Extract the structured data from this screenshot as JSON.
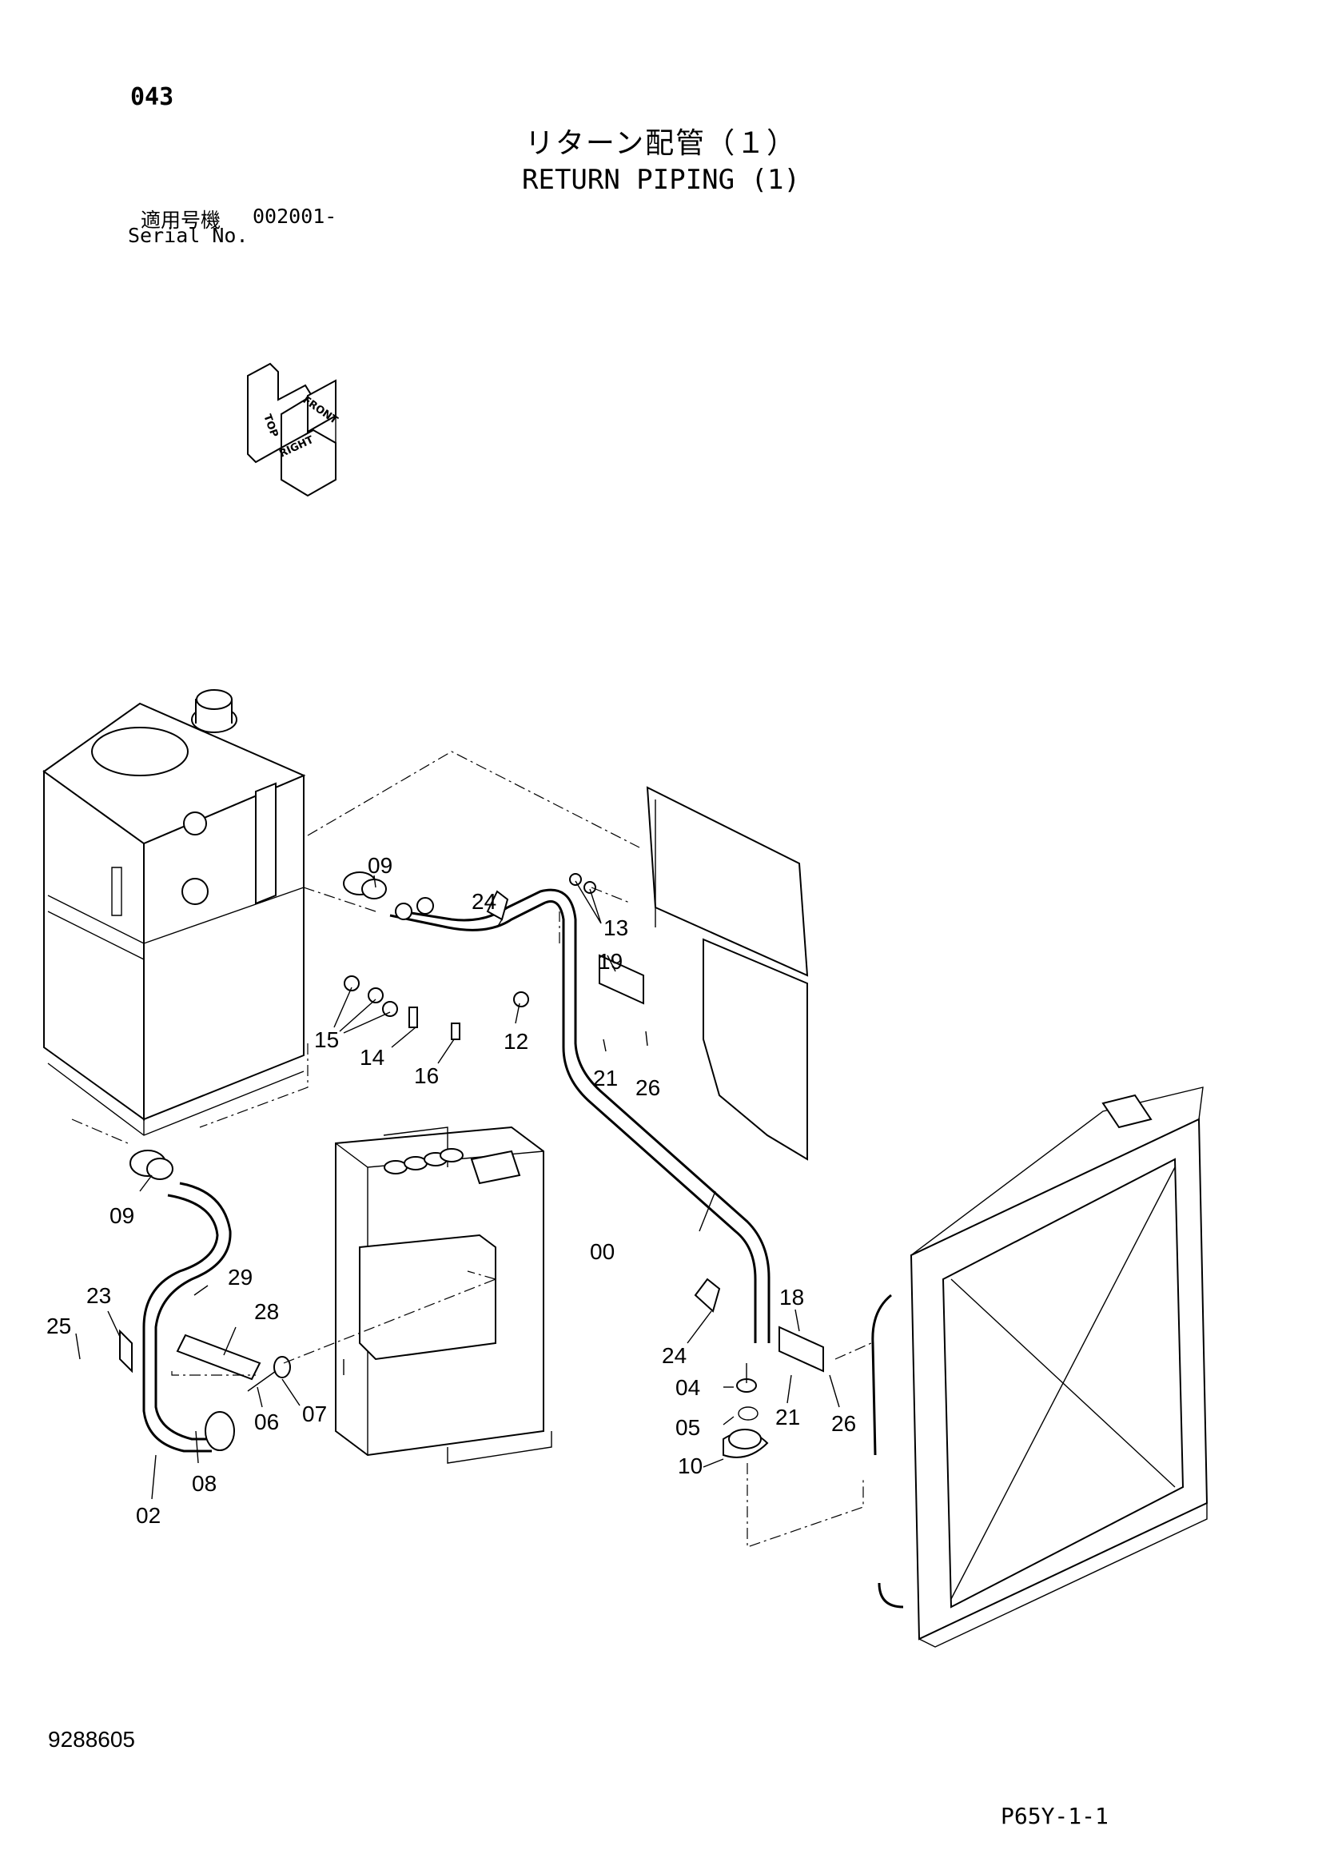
{
  "header": {
    "page_no": "043",
    "title_jp": "リターン配管（１）",
    "title_en": "RETURN PIPING (1)",
    "serial_label_jp": "適用号機",
    "serial_value": "002001-",
    "serial_label_en": "Serial No."
  },
  "orientation": {
    "top": "TOP",
    "front": "FRONT",
    "right": "RIGHT"
  },
  "callouts": {
    "c09a": "09",
    "c24a": "24",
    "c13": "13",
    "c19": "19",
    "c15": "15",
    "c14": "14",
    "c16": "16",
    "c12": "12",
    "c21a": "21",
    "c26a": "26",
    "c09b": "09",
    "c00": "00",
    "c29": "29",
    "c23": "23",
    "c28": "28",
    "c25": "25",
    "c18": "18",
    "c24b": "24",
    "c04": "04",
    "c21b": "21",
    "c26b": "26",
    "c05": "05",
    "c06": "06",
    "c07": "07",
    "c10": "10",
    "c08": "08",
    "c02": "02"
  },
  "footer": {
    "drawing_no": "9288605",
    "sheet_ref": "P65Y-1-1"
  }
}
